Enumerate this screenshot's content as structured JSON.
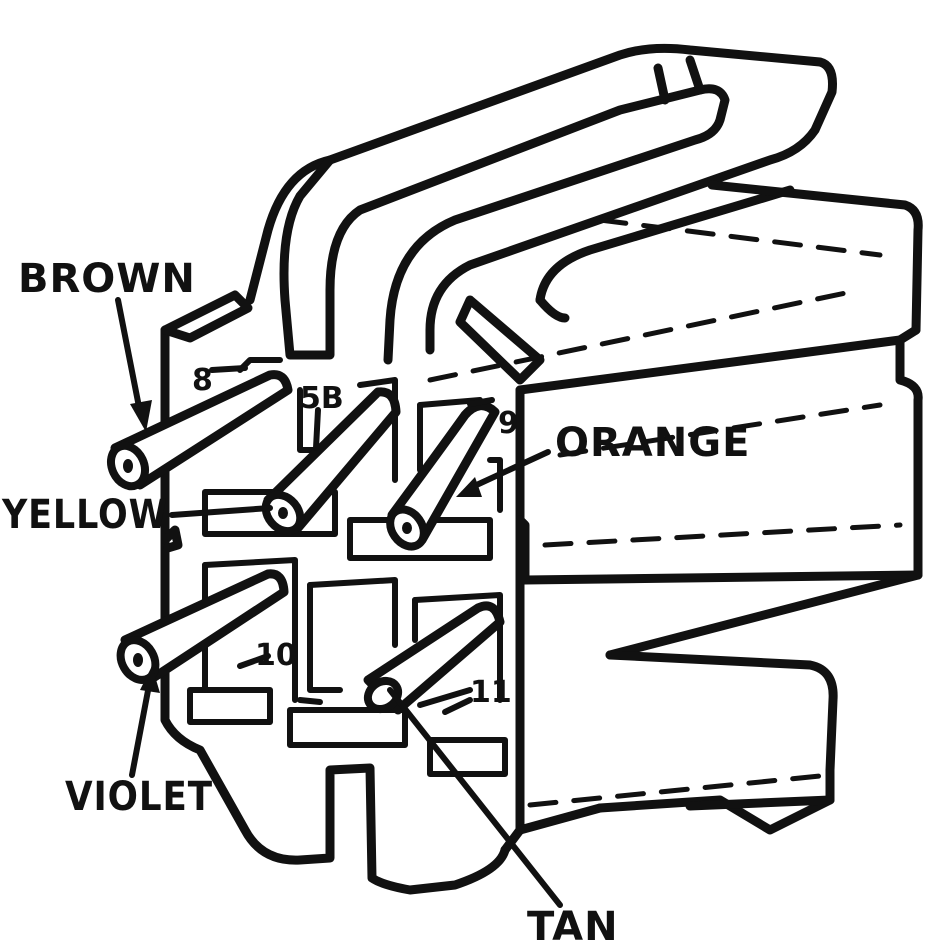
{
  "labels": {
    "brown": "BROWN",
    "orange": "ORANGE",
    "yellow": "YELLOW",
    "violet": "VIOLET",
    "tan": "TAN"
  },
  "terminals": {
    "t8": "8",
    "t5b": "5B",
    "t9": "9",
    "t10": "10",
    "t11": "11"
  },
  "colors": {
    "ink": "#111111",
    "paper": "#ffffff"
  }
}
